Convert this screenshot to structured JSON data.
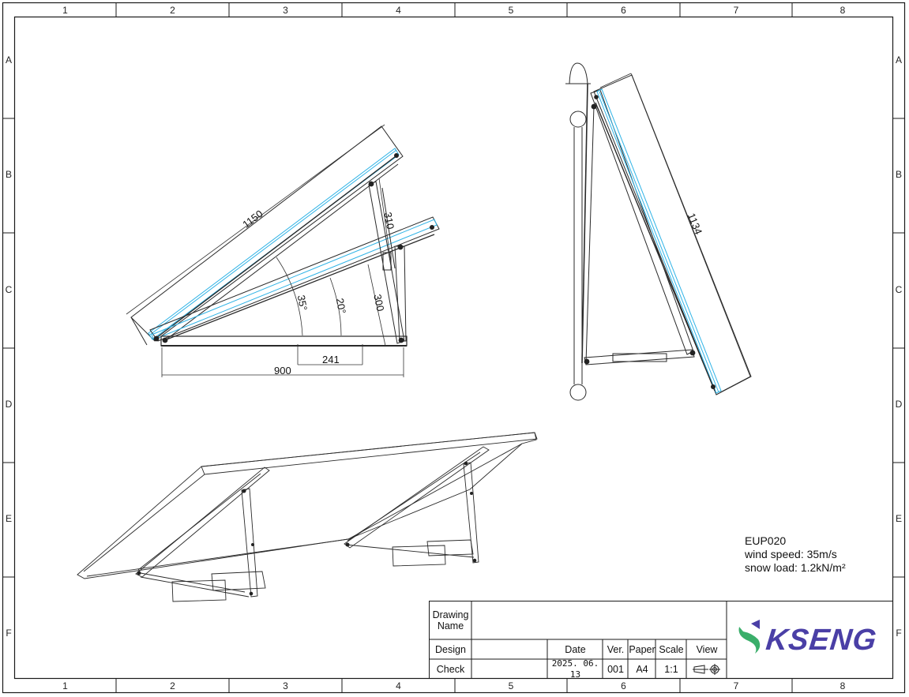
{
  "sheet": {
    "columns": [
      "1",
      "2",
      "3",
      "4",
      "5",
      "6",
      "7",
      "8"
    ],
    "rows": [
      "A",
      "B",
      "C",
      "D",
      "E",
      "F"
    ]
  },
  "views": {
    "front_view": {
      "dimensions": {
        "panel_length": "1150",
        "support_upper": "310",
        "support_lower": "300",
        "base_length": "900",
        "base_offset": "241",
        "angle_high": "35°",
        "angle_low": "20°"
      }
    },
    "side_view": {
      "dimensions": {
        "panel_length": "1134"
      }
    },
    "isometric_view": {}
  },
  "notes": {
    "model": "EUP020",
    "wind_speed": "wind speed: 35m/s",
    "snow_load": "snow load: 1.2kN/m²"
  },
  "title_block": {
    "drawing_name_label": "Drawing Name",
    "drawing_name_value": "",
    "design_label": "Design",
    "design_value": "",
    "check_label": "Check",
    "check_value": "",
    "date_label": "Date",
    "date_value": "2025. 06. 13",
    "ver_label": "Ver.",
    "ver_value": "001",
    "paper_label": "Paper",
    "paper_value": "A4",
    "scale_label": "Scale",
    "scale_value": "1:1",
    "view_label": "View",
    "view_icon": "first-angle-projection-symbol"
  },
  "logo": {
    "text": "KSENG",
    "text_color": "#4a3fa6",
    "mark_color": "#3aae6a"
  },
  "colors": {
    "line": "#1a1a1a",
    "panel_highlight": "#2fb3e6"
  }
}
